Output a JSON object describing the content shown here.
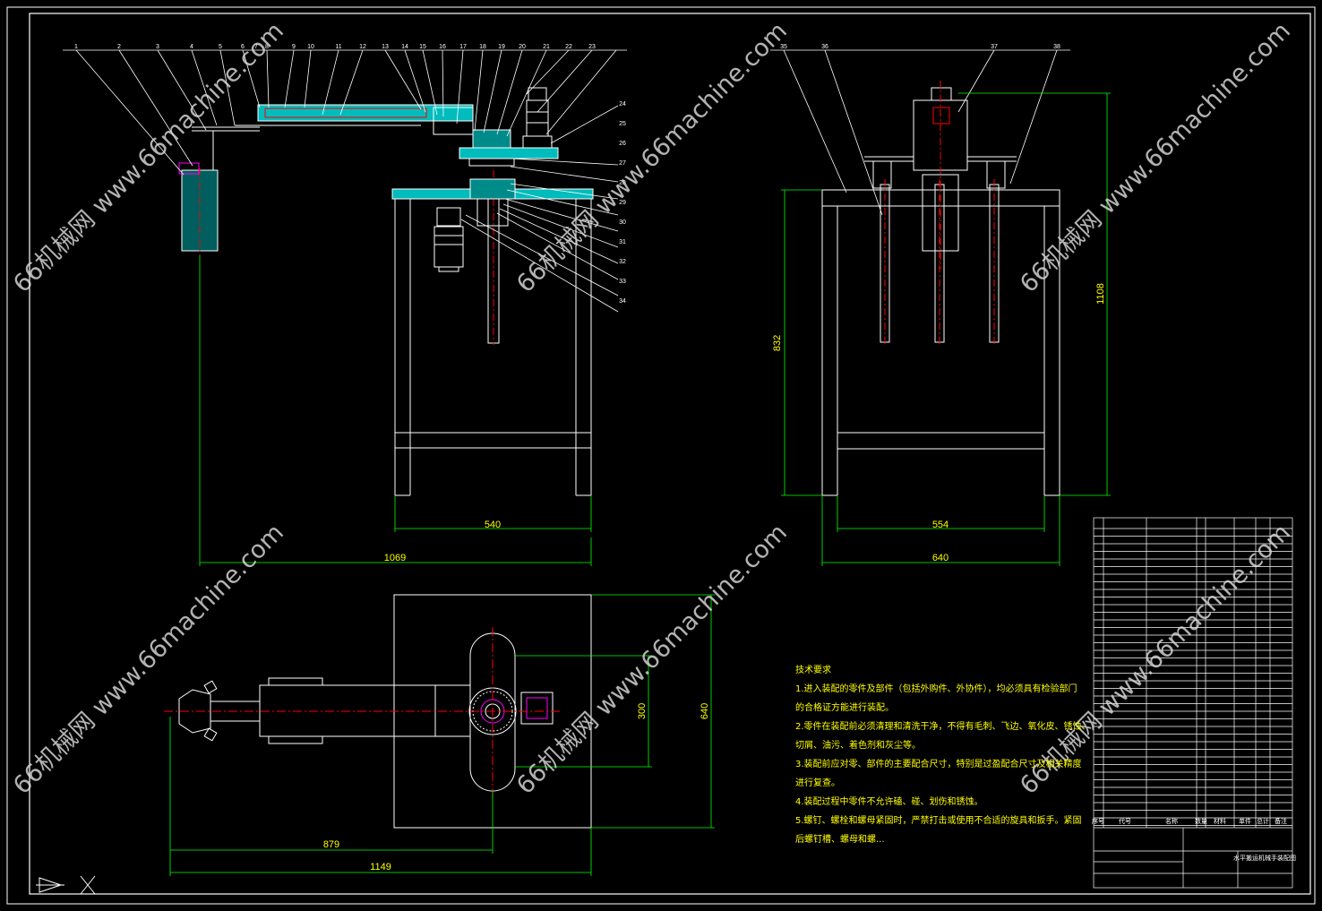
{
  "dimensions": {
    "front_base_width": "540",
    "front_overall_width": "1069",
    "side_inner_width": "554",
    "side_outer_width": "640",
    "side_table_height": "832",
    "side_overall_height": "1108",
    "top_turntable_span": "300",
    "top_base_depth": "640",
    "top_arm_length": "879",
    "top_overall_length": "1149"
  },
  "balloons_front": [
    "1",
    "2",
    "3",
    "4",
    "5",
    "6",
    "7",
    "8",
    "9",
    "10",
    "11",
    "12",
    "13",
    "14",
    "15",
    "16",
    "17",
    "18",
    "19",
    "20",
    "21",
    "22",
    "23"
  ],
  "balloons_front_right": [
    "24",
    "25",
    "26",
    "27",
    "28",
    "29",
    "30",
    "31",
    "32",
    "33",
    "34"
  ],
  "balloons_side": [
    "35",
    "36",
    "37",
    "38"
  ],
  "technical_requirements": {
    "title": "技术要求",
    "items": [
      "1.进入装配的零件及部件（包括外购件、外协件），均必须具有检验部门",
      "的合格证方能进行装配。",
      "2.零件在装配前必须清理和清洗干净，不得有毛刺、飞边、氧化皮、锈蚀、",
      "切屑、油污、着色剂和灰尘等。",
      "3.装配前应对零、部件的主要配合尺寸，特别是过盈配合尺寸及相关精度",
      "进行复查。",
      "4.装配过程中零件不允许磕、碰、划伤和锈蚀。",
      "5.螺钉、螺栓和螺母紧固时，严禁打击或使用不合适的旋具和扳手。紧固",
      "后螺钉槽、螺母和螺..."
    ]
  },
  "title_block": {
    "header": [
      "序号",
      "代号",
      "名称",
      "数量",
      "材料",
      "单件",
      "总计",
      "备注"
    ],
    "drawing_name": "水平搬运机械手装配图"
  },
  "watermark": "66机械网 www.66machine.com",
  "colors": {
    "background": "#000000",
    "outline": "#ffffff",
    "dimension": "#00ff00",
    "dimension_text": "#ffff00",
    "centerline": "#ff0000",
    "part": "#00ffff",
    "accent": "#ff00ff"
  }
}
